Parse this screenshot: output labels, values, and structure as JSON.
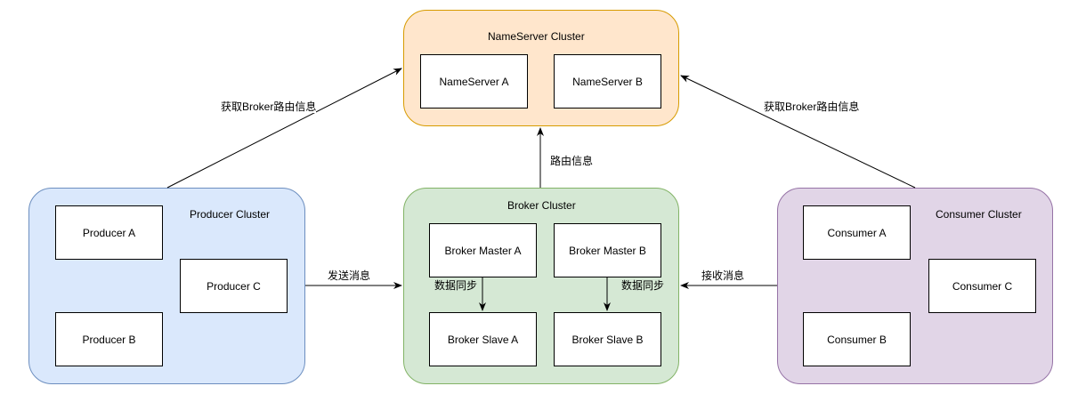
{
  "colors": {
    "nameserver_fill": "#ffe6cc",
    "nameserver_stroke": "#d79b00",
    "producer_fill": "#dae8fc",
    "producer_stroke": "#6c8ebf",
    "broker_fill": "#d5e8d4",
    "broker_stroke": "#82b366",
    "consumer_fill": "#e1d5e7",
    "consumer_stroke": "#9673a6"
  },
  "nameserver_cluster": {
    "title": "NameServer Cluster",
    "nodes": [
      "NameServer A",
      "NameServer B"
    ]
  },
  "producer_cluster": {
    "title": "Producer Cluster",
    "nodes": [
      "Producer A",
      "Producer C",
      "Producer B"
    ]
  },
  "broker_cluster": {
    "title": "Broker Cluster",
    "nodes": [
      "Broker Master A",
      "Broker Master B",
      "Broker Slave A",
      "Broker Slave B"
    ]
  },
  "consumer_cluster": {
    "title": "Consumer Cluster",
    "nodes": [
      "Consumer A",
      "Consumer C",
      "Consumer B"
    ]
  },
  "edges": {
    "producer_to_nameserver": "获取Broker路由信息",
    "consumer_to_nameserver": "获取Broker路由信息",
    "broker_to_nameserver": "路由信息",
    "producer_to_broker": "发送消息",
    "consumer_to_broker": "接收消息",
    "master_a_to_slave_a": "数据同步",
    "master_b_to_slave_b": "数据同步"
  }
}
